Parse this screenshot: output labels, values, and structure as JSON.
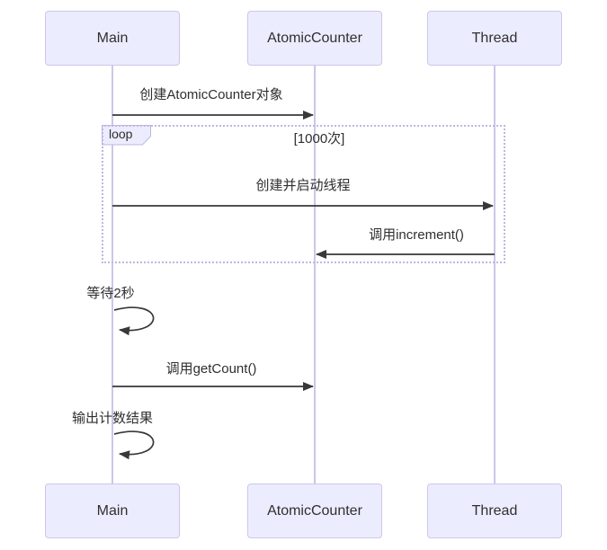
{
  "participants": {
    "main": "Main",
    "atomic_counter": "AtomicCounter",
    "thread": "Thread"
  },
  "loop": {
    "keyword": "loop",
    "condition": "[1000次]"
  },
  "messages": {
    "create_counter": "创建AtomicCounter对象",
    "create_thread": "创建并启动线程",
    "call_increment": "调用increment()",
    "wait": "等待2秒",
    "call_getcount": "调用getCount()",
    "output_result": "输出计数结果"
  },
  "colors": {
    "background": "#FFFFFF",
    "actor_fill": "#ECECFF",
    "actor_border": "#CFC6E8",
    "lifeline": "#CFC5E8",
    "loop_border": "#C0B6E2",
    "arrow": "#383838",
    "text": "#2F2F2F"
  }
}
